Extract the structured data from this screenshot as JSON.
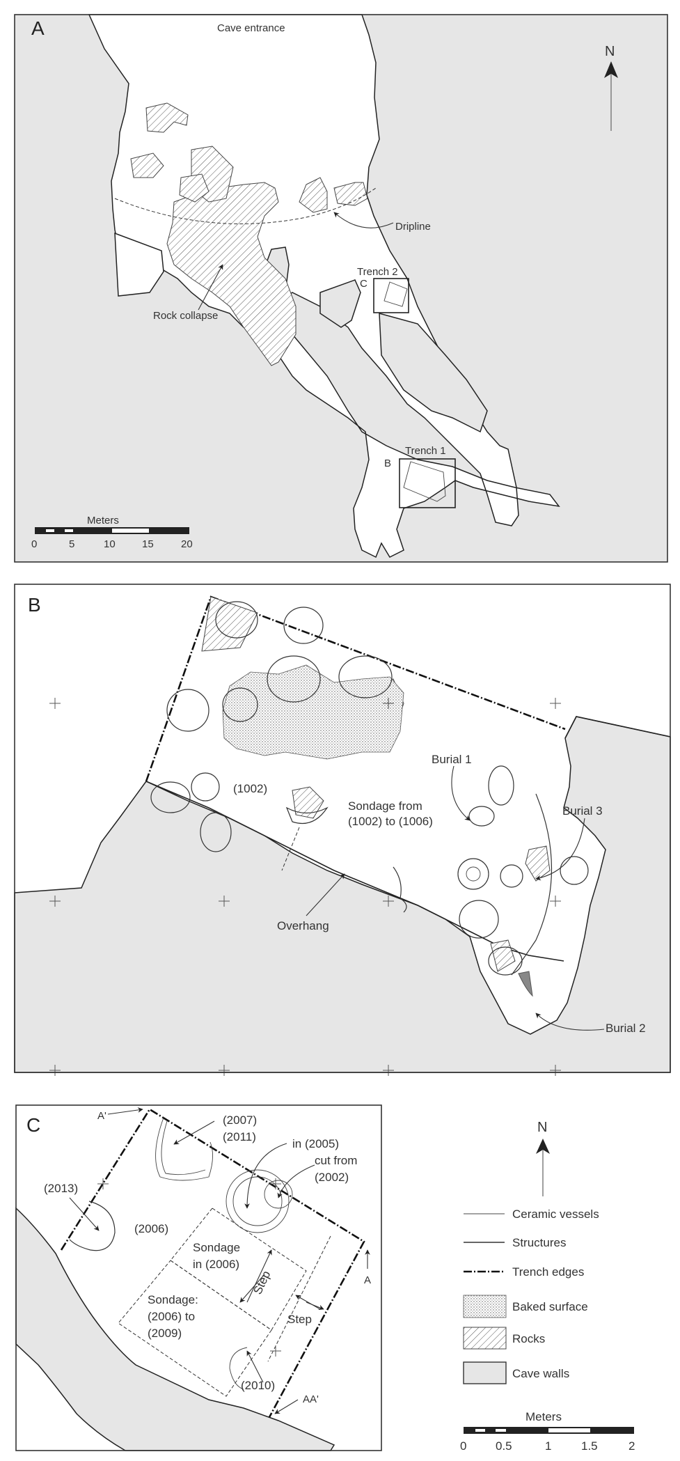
{
  "panels": {
    "a": {
      "letter": "A",
      "cave_entrance": "Cave entrance",
      "dripline": "Dripline",
      "rock_collapse": "Rock collapse",
      "trench2": "Trench 2",
      "trench2_ref": "C",
      "trench1": "Trench 1",
      "trench1_ref": "B",
      "north": "N",
      "scale": {
        "title": "Meters",
        "ticks": [
          "0",
          "5",
          "10",
          "15",
          "20"
        ]
      }
    },
    "b": {
      "letter": "B",
      "context_1002": "(1002)",
      "sondage_line1": "Sondage from",
      "sondage_line2": "(1002) to (1006)",
      "burial1": "Burial 1",
      "burial2": "Burial 2",
      "burial3": "Burial 3",
      "overhang": "Overhang"
    },
    "c": {
      "letter": "C",
      "a_prime": "A'",
      "a": "A",
      "aa_prime": "AA'",
      "ctx_2007": "(2007)",
      "ctx_2011": "(2011)",
      "in_2005": "in (2005)",
      "cut_from": "cut from",
      "ctx_2002": "(2002)",
      "ctx_2013": "(2013)",
      "ctx_2006": "(2006)",
      "sondage_in_l1": "Sondage",
      "sondage_in_l2": "in (2006)",
      "step1": "Step",
      "step2": "Step",
      "sondage2_l1": "Sondage:",
      "sondage2_l2": "(2006) to",
      "sondage2_l3": "(2009)",
      "ctx_2010": "(2010)"
    }
  },
  "legend": {
    "north": "N",
    "items": [
      {
        "label": "Ceramic vessels",
        "symbol": "thin-line"
      },
      {
        "label": "Structures",
        "symbol": "medium-line"
      },
      {
        "label": "Trench edges",
        "symbol": "dash-dot-line"
      },
      {
        "label": "Baked surface",
        "symbol": "stipple-box"
      },
      {
        "label": "Rocks",
        "symbol": "hatch-box"
      },
      {
        "label": "Cave walls",
        "symbol": "grey-box"
      }
    ],
    "scale": {
      "title": "Meters",
      "ticks": [
        "0",
        "0.5",
        "1",
        "1.5",
        "2"
      ]
    }
  },
  "colors": {
    "cave_wall": "#e6e6e6",
    "line": "#222222",
    "burial_fill": "#888888"
  }
}
